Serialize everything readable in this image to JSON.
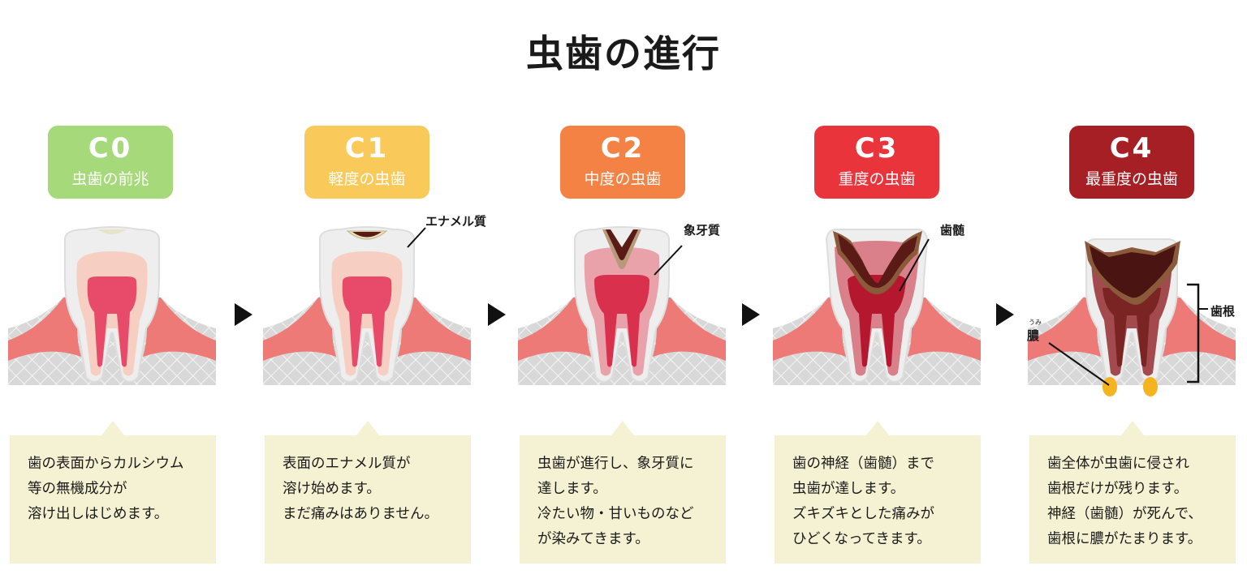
{
  "title": "虫歯の進行",
  "stages": [
    {
      "code": "C0",
      "subtitle": "虫歯の前兆",
      "color": "#a6d97a",
      "description": [
        "歯の表面からカルシウム",
        "等の無機成分が",
        "溶け出しはじめます。"
      ]
    },
    {
      "code": "C1",
      "subtitle": "軽度の虫歯",
      "color": "#f9c95a",
      "description": [
        "表面のエナメル質が",
        "溶け始めます。",
        "まだ痛みはありません。"
      ],
      "label": "エナメル質"
    },
    {
      "code": "C2",
      "subtitle": "中度の虫歯",
      "color": "#f58245",
      "description": [
        "虫歯が進行し、象牙質に",
        "達します。",
        "冷たい物・甘いものなど",
        "が染みてきます。"
      ],
      "label": "象牙質"
    },
    {
      "code": "C3",
      "subtitle": "重度の虫歯",
      "color": "#e8343a",
      "description": [
        "歯の神経（歯髄）まで",
        "虫歯が達します。",
        "ズキズキとした痛みが",
        "ひどくなってきます。"
      ],
      "label": "歯髄"
    },
    {
      "code": "C4",
      "subtitle": "最重度の虫歯",
      "color": "#a51f24",
      "description": [
        "歯全体が虫歯に侵され",
        "歯根だけが残ります。",
        "神経（歯髄）が死んで、",
        "歯根に膿がたまります。"
      ],
      "label_root": "歯根",
      "label_pus": "膿",
      "label_pus_ruby": "うみ"
    }
  ],
  "colors": {
    "gum": "#ee7a78",
    "bone": "#d9d9d9",
    "enamel": "#eeeeee",
    "dentin": "#f7cfc2",
    "pulp": "#e84a6a",
    "decay": "#5a1a16",
    "pus": "#f5b320",
    "desc_bg": "#f4f2d2"
  }
}
